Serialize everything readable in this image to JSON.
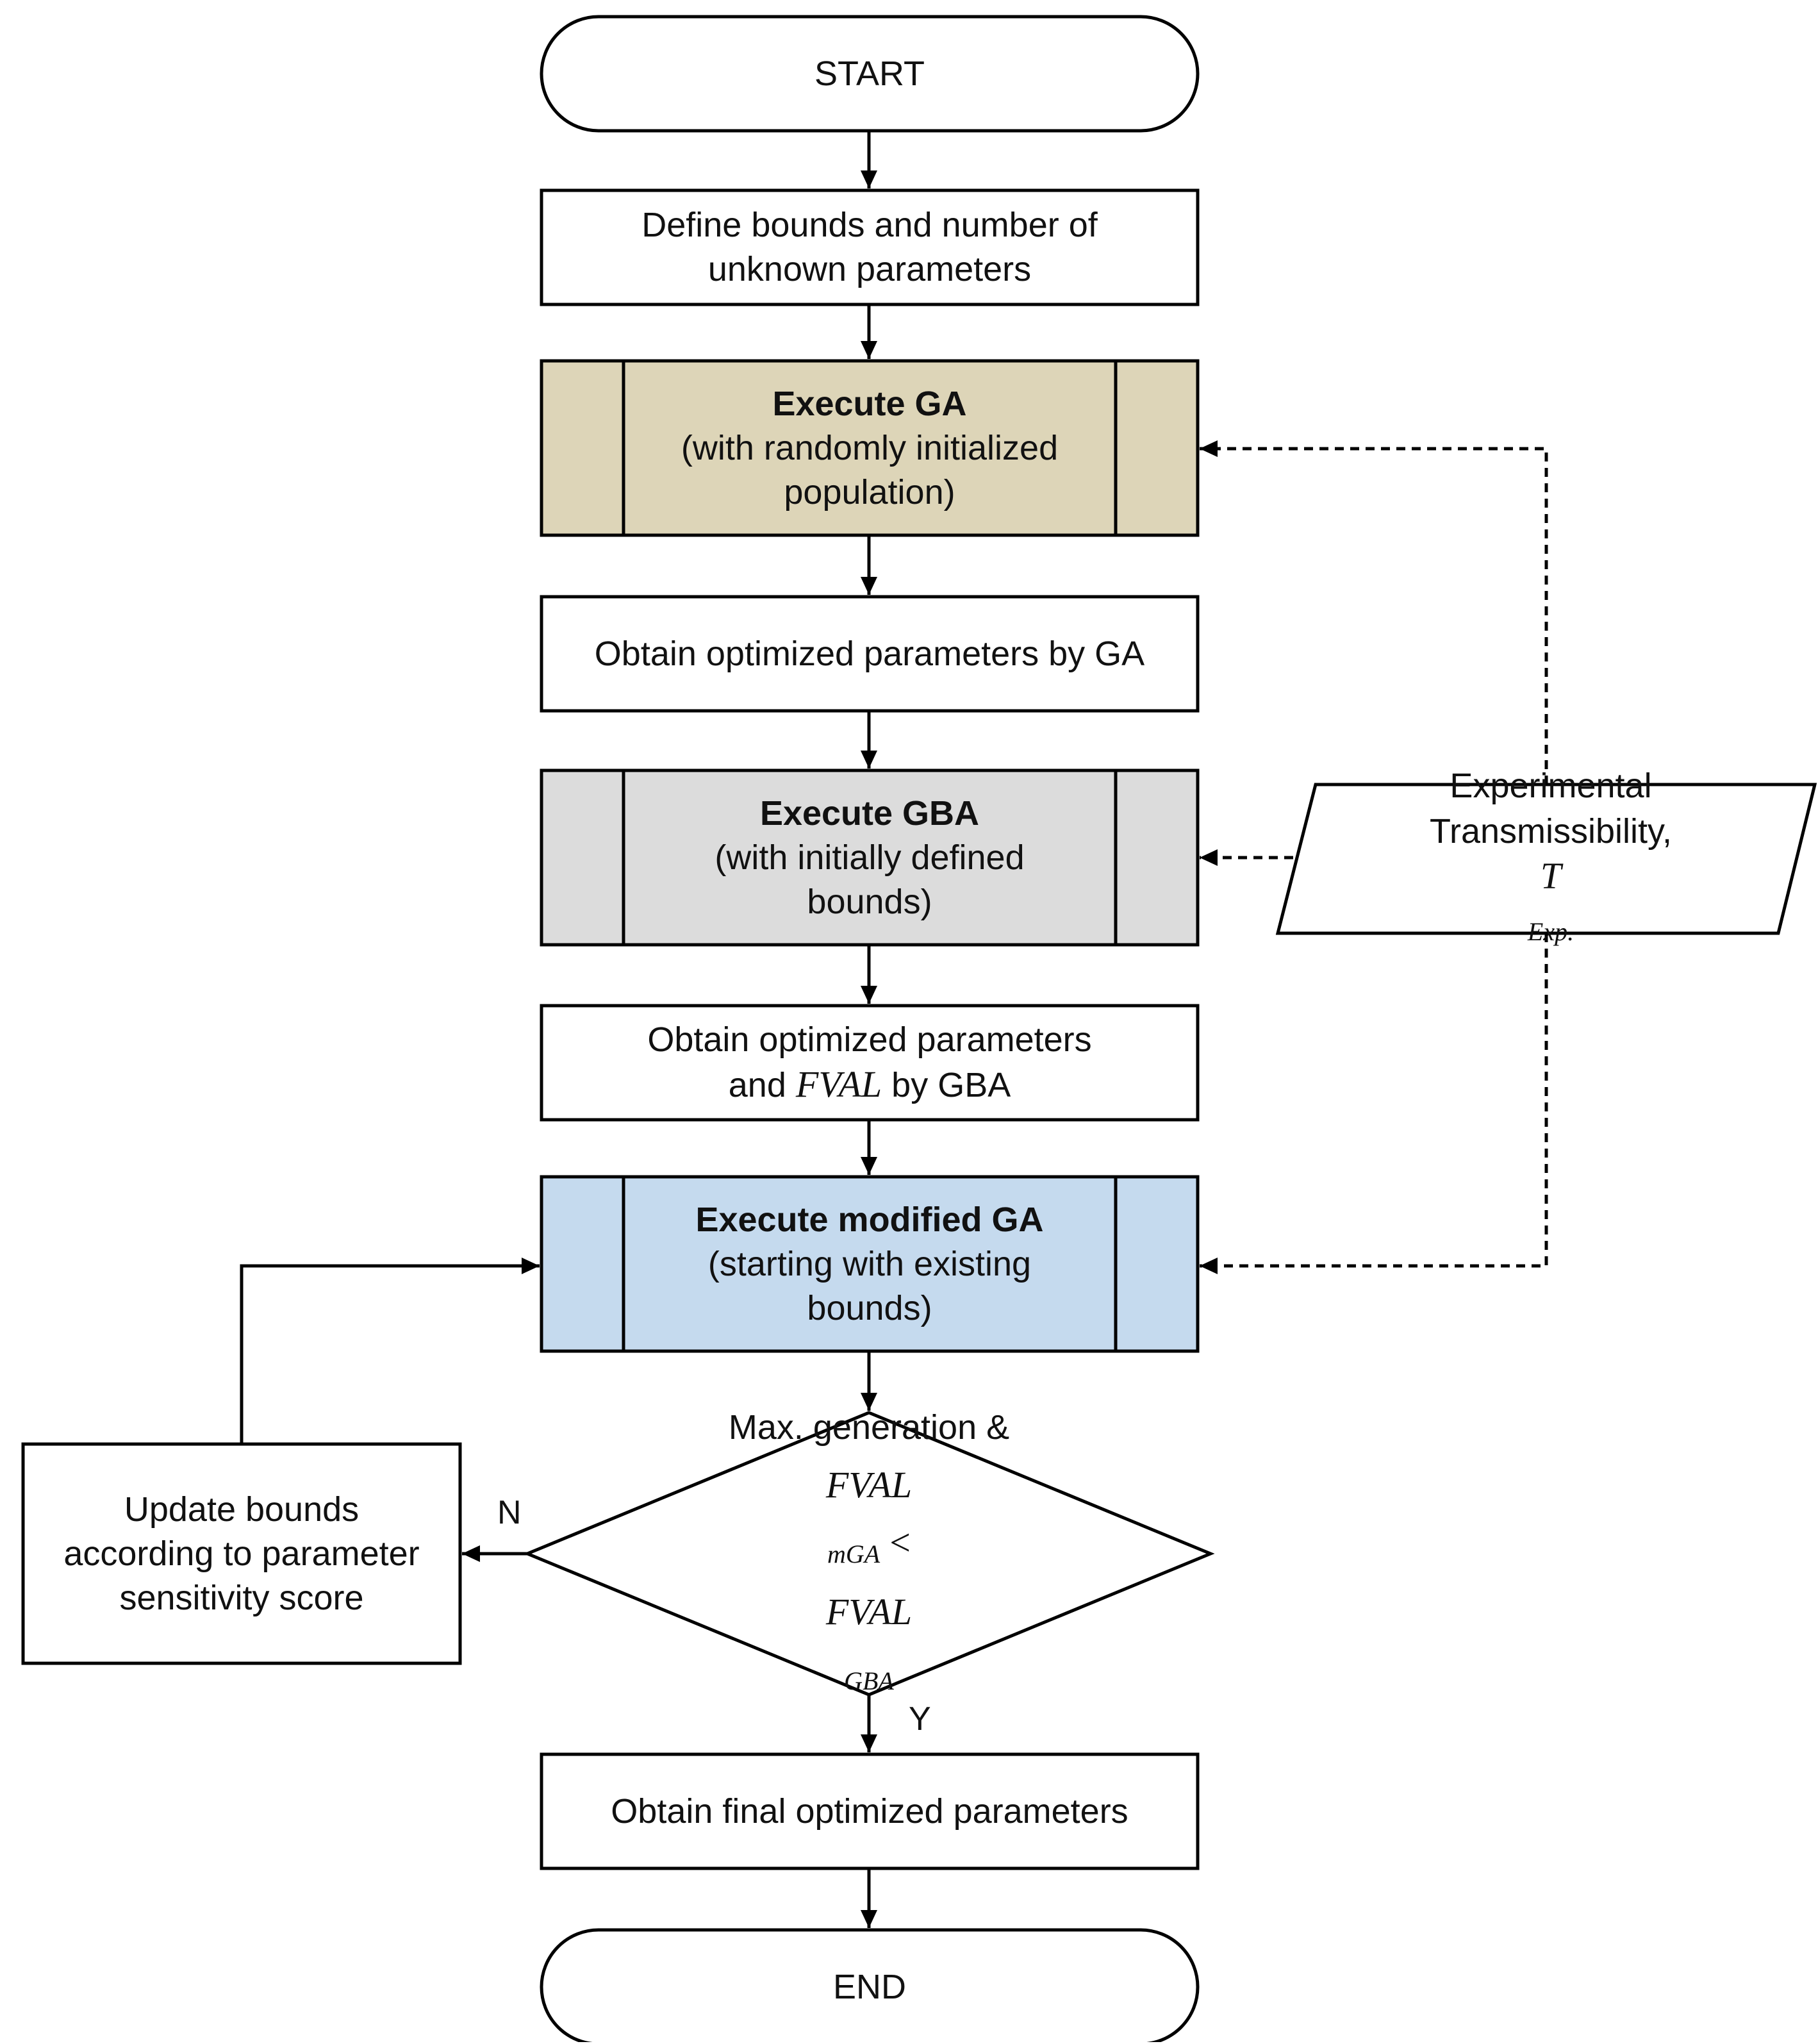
{
  "nodes": {
    "start": {
      "label": "START"
    },
    "define": {
      "line1": "Define bounds and number of",
      "line2": "unknown parameters"
    },
    "execute_ga": {
      "title": "Execute GA",
      "line1": "(with randomly initialized",
      "line2": "population)"
    },
    "obtain_ga": {
      "label": "Obtain optimized parameters by GA"
    },
    "execute_gba": {
      "title": "Execute GBA",
      "line1": "(with initially defined",
      "line2": "bounds)"
    },
    "obtain_gba": {
      "line1": "Obtain optimized parameters",
      "line2_pre": "and",
      "line2_math": "FVAL",
      "line2_post": "by GBA"
    },
    "execute_mga": {
      "title": "Execute modified GA",
      "line1": "(starting with existing",
      "line2": "bounds)"
    },
    "decision": {
      "line1": "Max. generation &",
      "lhs": "FVAL",
      "lhs_sub": "mGA",
      "op": "<",
      "rhs": "FVAL",
      "rhs_sub": "GBA"
    },
    "update": {
      "line1": "Update bounds",
      "line2": "according to parameter",
      "line2b": "sensitivity score"
    },
    "experimental": {
      "line1": "Experimental",
      "line2": "Transmissibility,",
      "math": "T",
      "math_sub": "Exp."
    },
    "final": {
      "label": "Obtain final optimized parameters"
    },
    "end": {
      "label": "END"
    }
  },
  "edges": {
    "no_label": "N",
    "yes_label": "Y"
  },
  "colors": {
    "execute_ga_fill": "#ddd5b8",
    "execute_gba_fill": "#dcdcdc",
    "execute_mga_fill": "#c5daee",
    "stroke": "#000000"
  }
}
